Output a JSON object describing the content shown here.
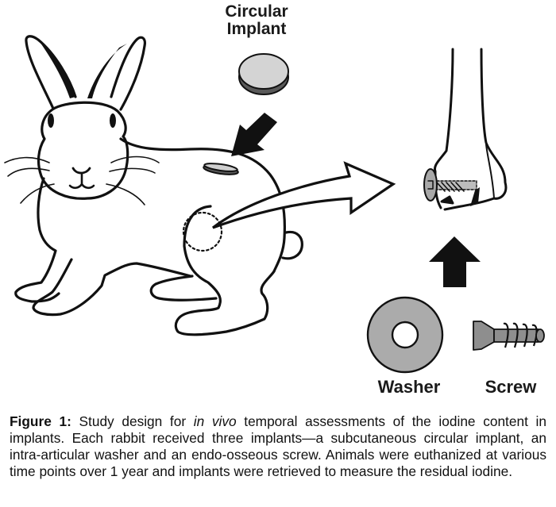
{
  "figure": {
    "labels": {
      "circular_implant_line1": "Circular",
      "circular_implant_line2": "Implant",
      "washer": "Washer",
      "screw": "Screw"
    },
    "colors": {
      "ink": "#111111",
      "implant_top": "#d4d4d4",
      "implant_side": "#5a5a5a",
      "metal": "#a8a8a8"
    }
  },
  "caption": {
    "label": "Figure 1:",
    "text_before_italic": " Study design for ",
    "italic": "in vivo",
    "text_after_italic": " temporal assessments of the iodine content in implants. Each rabbit received three implants—a subcutaneous circular implant, an intra-articular washer and an endo-osseous screw. Animals were euthanized at various time points over 1 year and implants were retrieved to measure the residual iodine."
  }
}
